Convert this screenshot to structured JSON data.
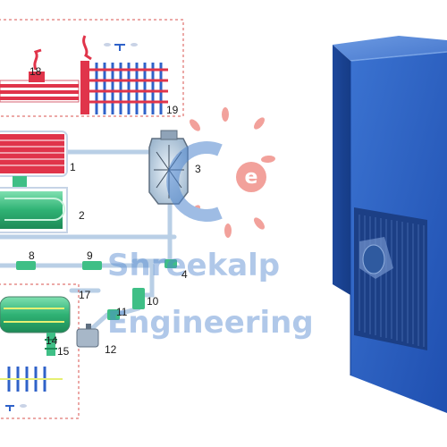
{
  "watermark": {
    "line1": "Shreekalp",
    "line2": "Engineering",
    "logo_letter": "e",
    "color": "#4f86cf",
    "accent": "#e8564a"
  },
  "component_labels": [
    "18",
    "19",
    "1",
    "2",
    "3",
    "8",
    "9",
    "4",
    "17",
    "10",
    "11",
    "14",
    "15",
    "12"
  ],
  "colors": {
    "pipe": "#b9cfe6",
    "dashed_box": "#d9534f",
    "fins": "#2f62c9",
    "red_tube": "#e0344a",
    "green_component": "#3fbf86",
    "cabinet": "#2a5dbd"
  }
}
